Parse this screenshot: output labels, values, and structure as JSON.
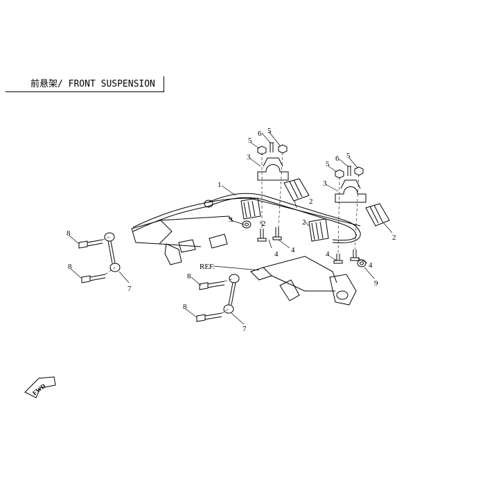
{
  "header": {
    "title": "前悬架/ FRONT SUSPENSION"
  },
  "callouts": [
    "1",
    "2",
    "2",
    "2",
    "2",
    "3",
    "3",
    "4",
    "4",
    "4",
    "4",
    "5",
    "5",
    "5",
    "5",
    "6",
    "6",
    "7",
    "7",
    "8",
    "8",
    "8",
    "8",
    "9",
    "9"
  ],
  "reference_label": "REF.",
  "direction_label": "FWD",
  "colors": {
    "line": "#000000",
    "background": "#ffffff"
  }
}
